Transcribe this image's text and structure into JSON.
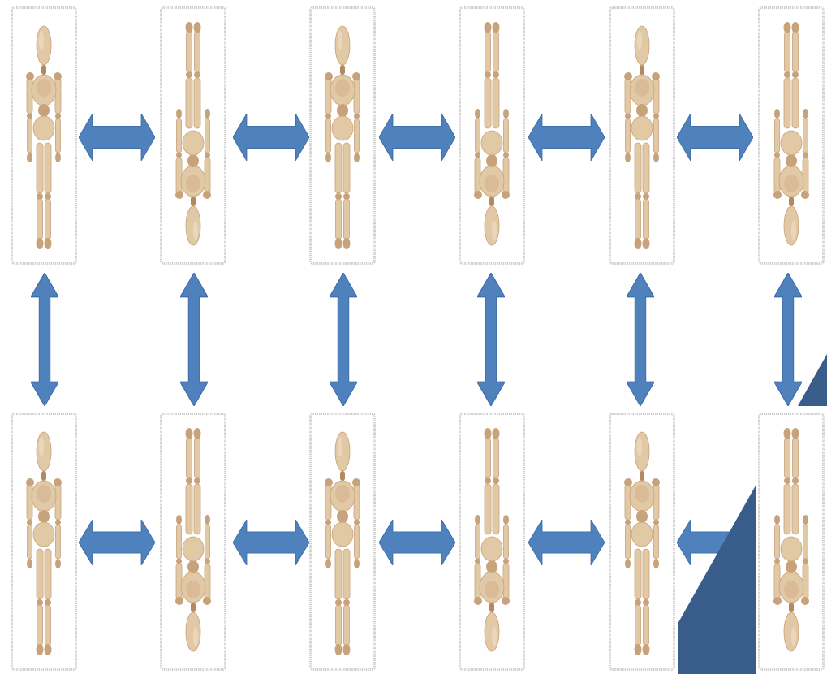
{
  "colors": {
    "arrow": "#4f81bd",
    "arrow_edge": "#3f6ea8",
    "wood": "#e2c9a6",
    "wood_shade": "#c8a27a",
    "wood_dark": "#b38a60",
    "frame": "#cfcfcf",
    "shard": "#385d8a"
  },
  "figures": {
    "top_row": [
      "upright",
      "inverted",
      "upright",
      "inverted",
      "upright",
      "inverted"
    ],
    "bottom_row": [
      "upright",
      "inverted",
      "upright",
      "inverted",
      "upright",
      "inverted"
    ]
  },
  "arrows": {
    "horizontal": "double-headed",
    "vertical": "double-headed"
  },
  "icons": {
    "mannequin": "wooden-mannequin-icon",
    "arrow_h": "double-arrow-horizontal-icon",
    "arrow_v": "double-arrow-vertical-icon"
  }
}
